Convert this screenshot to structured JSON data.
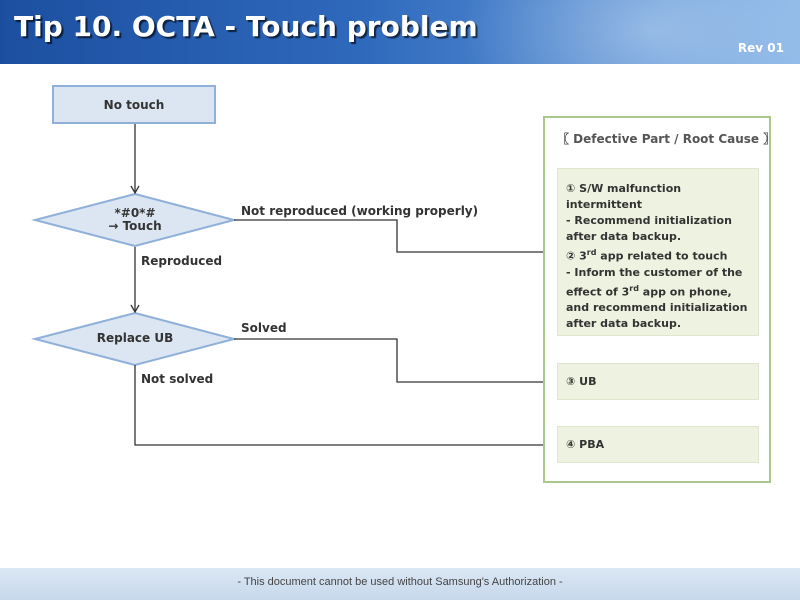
{
  "header": {
    "title": "Tip 10. OCTA - Touch problem",
    "revision": "Rev 01"
  },
  "flowchart": {
    "start": "No touch",
    "decision1": {
      "line1": "*#0*#",
      "line2": "→ Touch"
    },
    "decision2": "Replace UB",
    "labels": {
      "not_reproduced": "Not reproduced (working properly)",
      "reproduced": "Reproduced",
      "solved": "Solved",
      "not_solved": "Not solved"
    }
  },
  "defect_panel": {
    "title": "〖 Defective Part / Root Cause 〗",
    "causes": {
      "item1_title_line1": "① S/W malfunction",
      "item1_title_line2": "intermittent",
      "item1_detail_line1": "- Recommend initialization",
      "item1_detail_line2": "after data backup.",
      "item2_prefix": "② 3",
      "item2_sup": "rd",
      "item2_suffix": " app related to touch",
      "item2_detail_line1": "- Inform the customer of the",
      "item2_detail_prefix": "effect of 3",
      "item2_detail_sup": "rd",
      "item2_detail_suffix": " app on phone,",
      "item2_detail_line3": "and recommend initialization",
      "item2_detail_line4": "after data backup.",
      "ub": "③ UB",
      "pba": "④ PBA"
    }
  },
  "footer": {
    "note": "- This document cannot be used without Samsung's Authorization -"
  }
}
